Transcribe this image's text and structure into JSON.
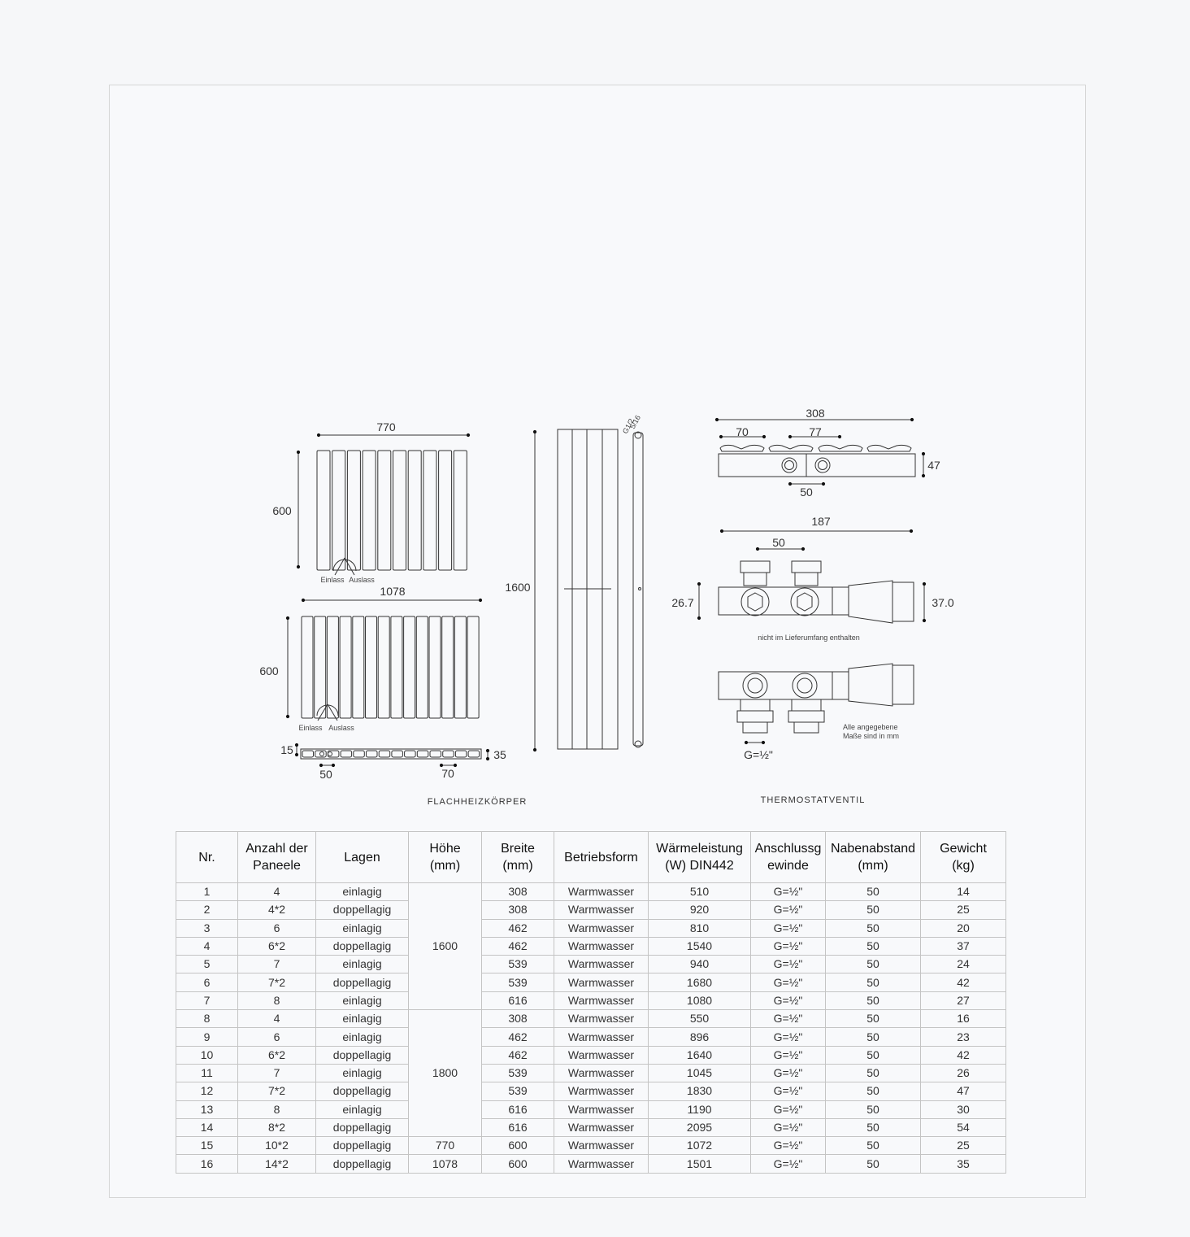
{
  "drawings": {
    "left": {
      "caption": "FLACHHEIZKÖRPER",
      "top_radiator": {
        "width": "770",
        "height": "600",
        "inlet": "Einlass",
        "outlet": "Auslass"
      },
      "bottom_radiator": {
        "width": "1078",
        "height": "600",
        "inlet": "Einlass",
        "outlet": "Auslass"
      },
      "section": {
        "depth_left": "15",
        "depth_right": "35",
        "hub": "50",
        "pitch": "70"
      },
      "side_view": {
        "height": "1600",
        "thread_label": "G1/2",
        "pipe_label": "5/16"
      }
    },
    "right": {
      "caption": "THERMOSTATVENTIL",
      "top_view": {
        "overall": "308",
        "left_offset": "70",
        "spacing": "77",
        "height": "47",
        "hub": "50"
      },
      "valve": {
        "overall": "187",
        "hub": "50",
        "left_h": "26.7",
        "right_h": "37.0",
        "note": "nicht im Lieferumfang enthalten"
      },
      "fitting": {
        "thread": "G=½\"",
        "note_line1": "Alle angegebene",
        "note_line2": "Maße sind in mm"
      }
    }
  },
  "table": {
    "headers": [
      "Nr.",
      "Anzahl der Paneele",
      "Lagen",
      "Höhe (mm)",
      "Breite (mm)",
      "Betriebsform",
      "Wärmeleistung (W) DIN442",
      "Anschlussgewinde",
      "Nabenabstand (mm)",
      "Gewicht (kg)"
    ],
    "header_lines": [
      [
        "Nr."
      ],
      [
        "Anzahl der",
        "Paneele"
      ],
      [
        "Lagen"
      ],
      [
        "Höhe",
        "(mm)"
      ],
      [
        "Breite",
        "(mm)"
      ],
      [
        "Betriebsform"
      ],
      [
        "Wärmeleistung",
        "(W) DIN442"
      ],
      [
        "Anschlussg",
        "ewinde"
      ],
      [
        "Nabenabstand",
        "(mm)"
      ],
      [
        "Gewicht",
        "(kg)"
      ]
    ],
    "height_groups": [
      {
        "value": "1600",
        "start": 0,
        "rows": 7
      },
      {
        "value": "1800",
        "start": 7,
        "rows": 7
      },
      {
        "value": "770",
        "start": 14,
        "rows": 1
      },
      {
        "value": "1078",
        "start": 15,
        "rows": 1
      }
    ],
    "rows": [
      [
        "1",
        "4",
        "einlagig",
        "308",
        "Warmwasser",
        "510",
        "G=½\"",
        "50",
        "14"
      ],
      [
        "2",
        "4*2",
        "doppellagig",
        "308",
        "Warmwasser",
        "920",
        "G=½\"",
        "50",
        "25"
      ],
      [
        "3",
        "6",
        "einlagig",
        "462",
        "Warmwasser",
        "810",
        "G=½\"",
        "50",
        "20"
      ],
      [
        "4",
        "6*2",
        "doppellagig",
        "462",
        "Warmwasser",
        "1540",
        "G=½\"",
        "50",
        "37"
      ],
      [
        "5",
        "7",
        "einlagig",
        "539",
        "Warmwasser",
        "940",
        "G=½\"",
        "50",
        "24"
      ],
      [
        "6",
        "7*2",
        "doppellagig",
        "539",
        "Warmwasser",
        "1680",
        "G=½\"",
        "50",
        "42"
      ],
      [
        "7",
        "8",
        "einlagig",
        "616",
        "Warmwasser",
        "1080",
        "G=½\"",
        "50",
        "27"
      ],
      [
        "8",
        "4",
        "einlagig",
        "308",
        "Warmwasser",
        "550",
        "G=½\"",
        "50",
        "16"
      ],
      [
        "9",
        "6",
        "einlagig",
        "462",
        "Warmwasser",
        "896",
        "G=½\"",
        "50",
        "23"
      ],
      [
        "10",
        "6*2",
        "doppellagig",
        "462",
        "Warmwasser",
        "1640",
        "G=½\"",
        "50",
        "42"
      ],
      [
        "11",
        "7",
        "einlagig",
        "539",
        "Warmwasser",
        "1045",
        "G=½\"",
        "50",
        "26"
      ],
      [
        "12",
        "7*2",
        "doppellagig",
        "539",
        "Warmwasser",
        "1830",
        "G=½\"",
        "50",
        "47"
      ],
      [
        "13",
        "8",
        "einlagig",
        "616",
        "Warmwasser",
        "1190",
        "G=½\"",
        "50",
        "30"
      ],
      [
        "14",
        "8*2",
        "doppellagig",
        "616",
        "Warmwasser",
        "2095",
        "G=½\"",
        "50",
        "54"
      ],
      [
        "15",
        "10*2",
        "doppellagig",
        "600",
        "Warmwasser",
        "1072",
        "G=½\"",
        "50",
        "25"
      ],
      [
        "16",
        "14*2",
        "doppellagig",
        "600",
        "Warmwasser",
        "1501",
        "G=½\"",
        "50",
        "35"
      ]
    ]
  }
}
